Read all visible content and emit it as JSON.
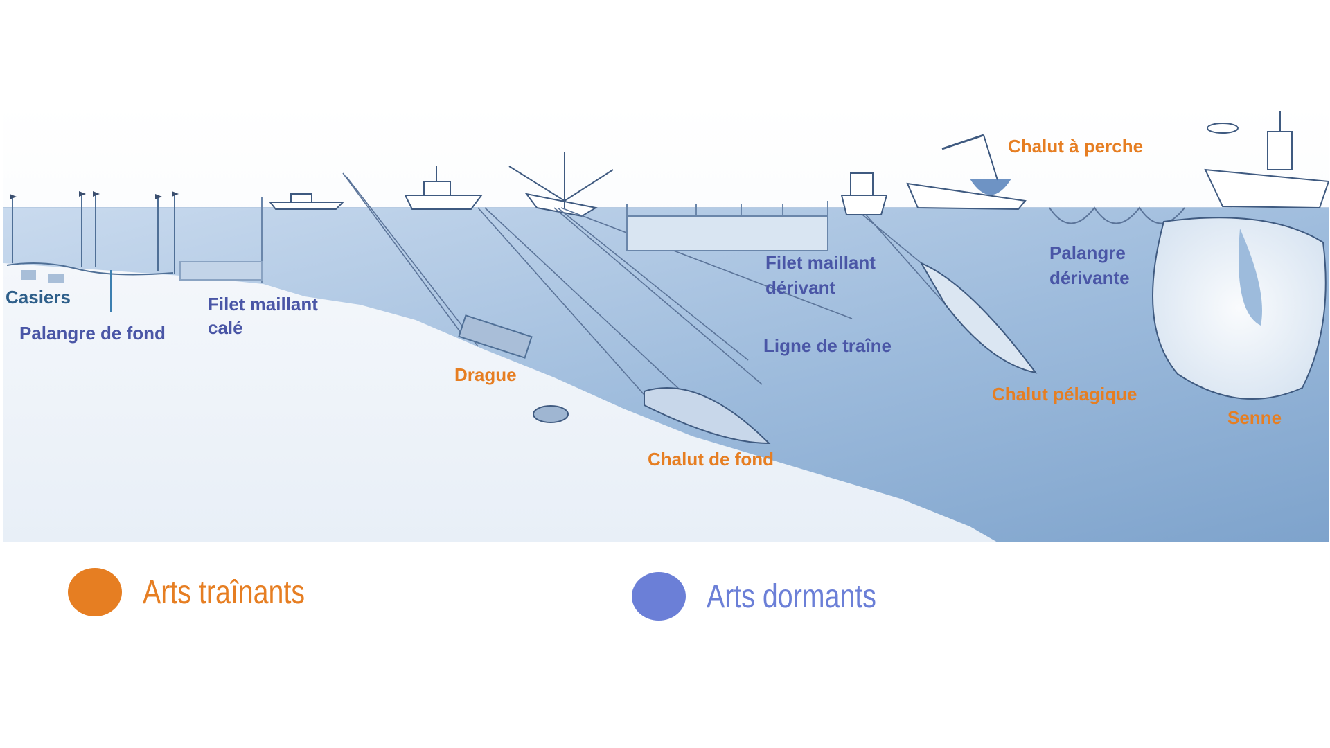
{
  "colors": {
    "trailing": "#e67e22",
    "stationary": "#6b7fd7",
    "label_stationary": "#4a56a6",
    "label_casiers": "#2e5f8a",
    "sea": "#8fb0d4",
    "seabed": "#eef3f9"
  },
  "labels": {
    "casiers": "Casiers",
    "palangre_fond": "Palangre de fond",
    "filet_cale_1": "Filet maillant",
    "filet_cale_2": "calé",
    "drague": "Drague",
    "chalut_fond": "Chalut de fond",
    "filet_derivant_1": "Filet maillant",
    "filet_derivant_2": "dérivant",
    "ligne_traine": "Ligne de traîne",
    "chalut_perche": "Chalut à perche",
    "palangre_derivante_1": "Palangre",
    "palangre_derivante_2": "dérivante",
    "chalut_pelagique": "Chalut pélagique",
    "senne": "Senne"
  },
  "legend": {
    "trailing": "Arts traînants",
    "stationary": "Arts dormants"
  }
}
